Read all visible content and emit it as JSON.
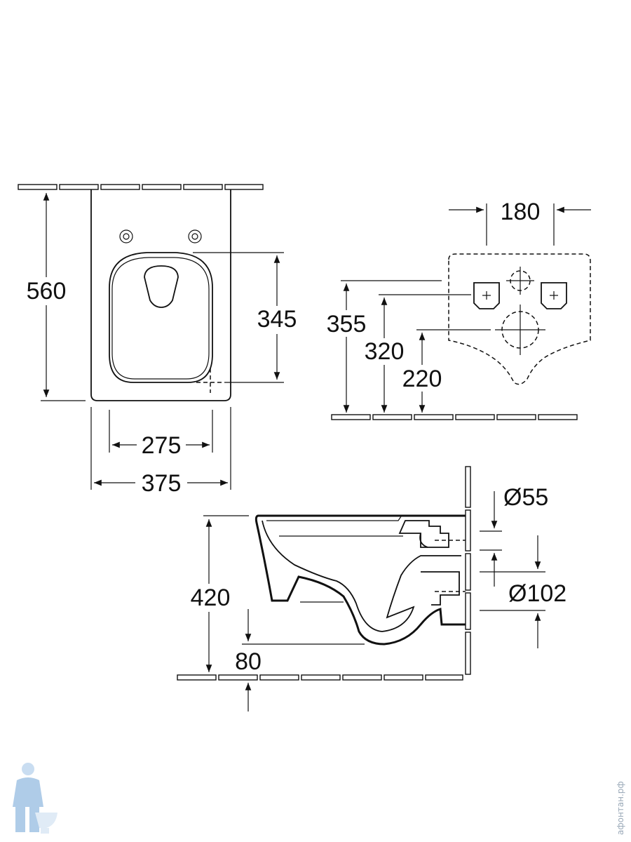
{
  "diagram": {
    "top_view": {
      "dims": {
        "length": "560",
        "seat_depth": "345",
        "inner_width": "275",
        "outer_width": "375"
      }
    },
    "rear_view": {
      "dims": {
        "bolt_spacing": "180",
        "height_355": "355",
        "height_320": "320",
        "height_220": "220"
      }
    },
    "side_view": {
      "dims": {
        "height": "420",
        "bottom_clearance": "80",
        "inlet_diameter": "Ø55",
        "outlet_diameter": "Ø102"
      }
    },
    "watermark": {
      "text": "афонтан.рф",
      "logo_icon": "plumber-mascot-icon"
    },
    "colors": {
      "line": "#111111",
      "watermark": "#9aa9b8"
    }
  }
}
